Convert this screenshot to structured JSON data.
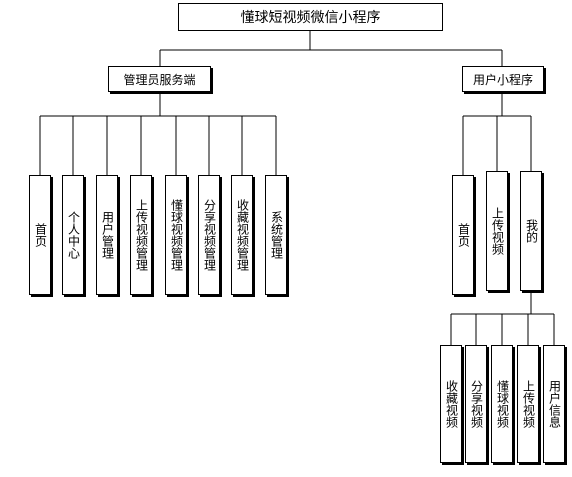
{
  "root": {
    "label": "懂球短视频微信小程序"
  },
  "admin": {
    "label": "管理员服务端",
    "items": [
      "首页",
      "个人中心",
      "用户管理",
      "上传视频管理",
      "懂球视频管理",
      "分享视频管理",
      "收藏视频管理",
      "系统管理"
    ]
  },
  "user": {
    "label": "用户小程序",
    "items": [
      "首页",
      "上传视频",
      "我的"
    ],
    "mine": {
      "items": [
        "收藏视频",
        "分享视频",
        "懂球视频",
        "上传视频",
        "用户信息"
      ]
    }
  }
}
